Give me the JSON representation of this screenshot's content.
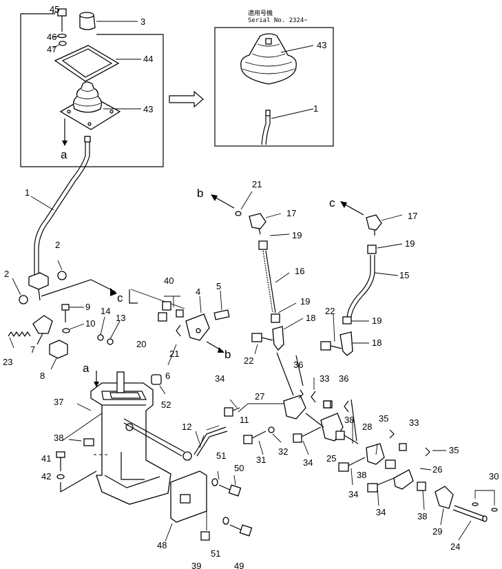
{
  "serial": {
    "line1": "適用号機",
    "line2": "Serial  No. 2324~"
  },
  "refs": {
    "a": "a",
    "b": "b",
    "c": "c"
  },
  "parts": [
    "1",
    "2",
    "3",
    "4",
    "5",
    "6",
    "7",
    "8",
    "9",
    "10",
    "11",
    "12",
    "13",
    "14",
    "15",
    "16",
    "17",
    "18",
    "19",
    "20",
    "21",
    "22",
    "23",
    "24",
    "25",
    "26",
    "27",
    "28",
    "29",
    "30",
    "31",
    "32",
    "33",
    "34",
    "35",
    "36",
    "37",
    "38",
    "39",
    "40",
    "41",
    "42",
    "43",
    "44",
    "45",
    "46",
    "47",
    "48",
    "49",
    "50",
    "51",
    "52"
  ]
}
